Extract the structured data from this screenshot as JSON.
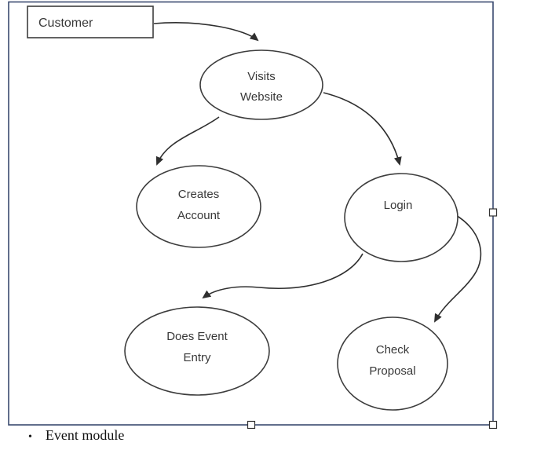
{
  "diagram": {
    "type": "flowchart",
    "state": "selected-object",
    "colors": {
      "selection_border": "#3a4a70",
      "shape_stroke": "#3d3d3d",
      "shape_fill": "#ffffff",
      "arrow": "#2f2f2f",
      "label_text": "#383838"
    },
    "nodes": {
      "customer": {
        "shape": "rectangle",
        "label": "Customer"
      },
      "visits_website": {
        "shape": "ellipse",
        "line1": "Visits",
        "line2": "Website"
      },
      "creates_account": {
        "shape": "ellipse",
        "line1": "Creates",
        "line2": "Account"
      },
      "login": {
        "shape": "ellipse",
        "line1": "Login"
      },
      "does_event_entry": {
        "shape": "ellipse",
        "line1": "Does Event",
        "line2": "Entry"
      },
      "check_proposal": {
        "shape": "ellipse",
        "line1": "Check",
        "line2": "Proposal"
      }
    },
    "edges": [
      {
        "from": "customer",
        "to": "visits_website"
      },
      {
        "from": "visits_website",
        "to": "creates_account"
      },
      {
        "from": "visits_website",
        "to": "login"
      },
      {
        "from": "login",
        "to": "does_event_entry"
      },
      {
        "from": "login",
        "to": "check_proposal"
      }
    ]
  },
  "caption": {
    "bullet": "•",
    "text": "Event module"
  }
}
